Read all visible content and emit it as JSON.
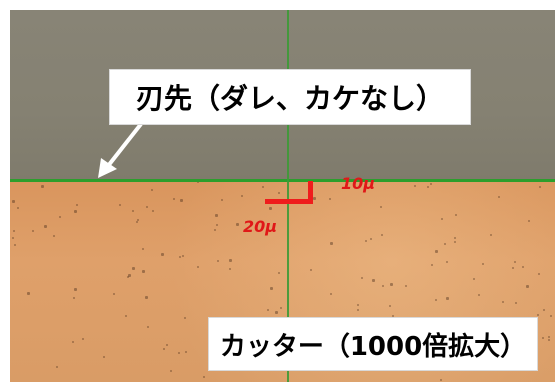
{
  "image": {
    "callout_top": "刃先（ダレ、カケなし）",
    "callout_bottom": "カッター（1000倍拡大）",
    "scale_label_10": "10μ",
    "scale_label_20": "20μ"
  },
  "colors": {
    "background_top": "#858172",
    "background_bottom": "#dc9c66",
    "edge_line": "#2c9e2c",
    "crosshair": "#3d9a36",
    "scale_bar": "#ef1c1c",
    "callout_bg": "#ffffff",
    "arrow": "#ffffff"
  },
  "icons": {
    "arrow": "pointer-arrow-icon"
  }
}
